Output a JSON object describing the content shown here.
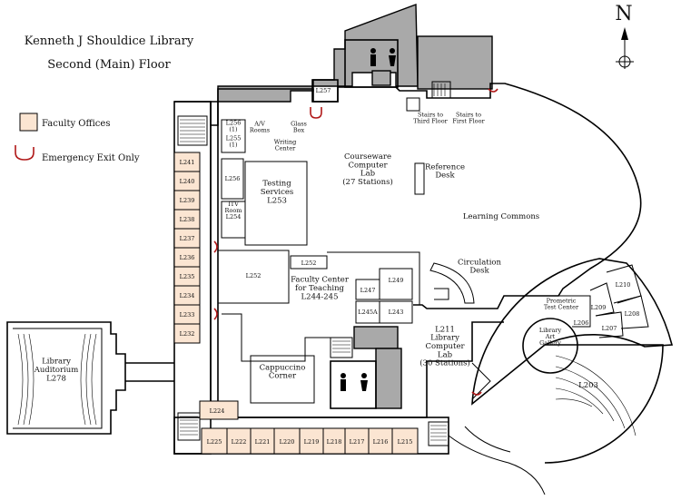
{
  "title": {
    "line1": "Kenneth J Shouldice Library",
    "line2": "Second (Main) Floor"
  },
  "legend": {
    "faculty_offices": "Faculty Offices",
    "emergency_exit": "Emergency Exit Only"
  },
  "compass": {
    "north": "N"
  },
  "colors": {
    "faculty_fill": "#fbe5d2",
    "service_fill": "#a9a9a9",
    "exit_stroke": "#b01818"
  },
  "rooms": {
    "l257": "L257",
    "l256": "L256\n(1)",
    "l255": "L255\n(1)",
    "av_rooms": "A/V\nRooms",
    "glass_box": "Glass\nBox",
    "writing_center": "Writing\nCenter",
    "l256b": "L256",
    "testing_services": "Testing\nServices\nL253",
    "itv_room": "ITV\nRoom\nL254",
    "courseware_lab": "Courseware\nComputer\nLab\n(27 Stations)",
    "reference_desk": "Reference\nDesk",
    "learning_commons": "Learning Commons",
    "stairs_third": "Stairs to\nThird Floor",
    "stairs_first": "Stairs to\nFirst Floor",
    "l252": "L252",
    "l252b": "L252",
    "l247": "L247",
    "l249": "L249",
    "l245a": "L245A",
    "l243": "L243",
    "faculty_center": "Faculty Center\nfor Teaching\nL244-245",
    "circulation_desk": "Circulation\nDesk",
    "l211_lab": "L211\nLibrary\nComputer\nLab\n(30 Stations)",
    "cappuccino_corner": "Cappuccino\nCorner",
    "library_auditorium": "Library\nAuditorium\nL278",
    "prometric": "Prometric\nTest Center",
    "l206": "L206",
    "l209": "L209",
    "l210": "L210",
    "l208": "L208",
    "l207": "L207",
    "art_gallery": "Library\nArt\nGallery",
    "l203": "L203",
    "l224": "L224"
  },
  "faculty_west": [
    "L241",
    "L240",
    "L239",
    "L238",
    "L237",
    "L236",
    "L235",
    "L234",
    "L233",
    "L232"
  ],
  "faculty_south": [
    "L225",
    "L222",
    "L221",
    "L220",
    "L219",
    "L218",
    "L217",
    "L216",
    "L215"
  ]
}
